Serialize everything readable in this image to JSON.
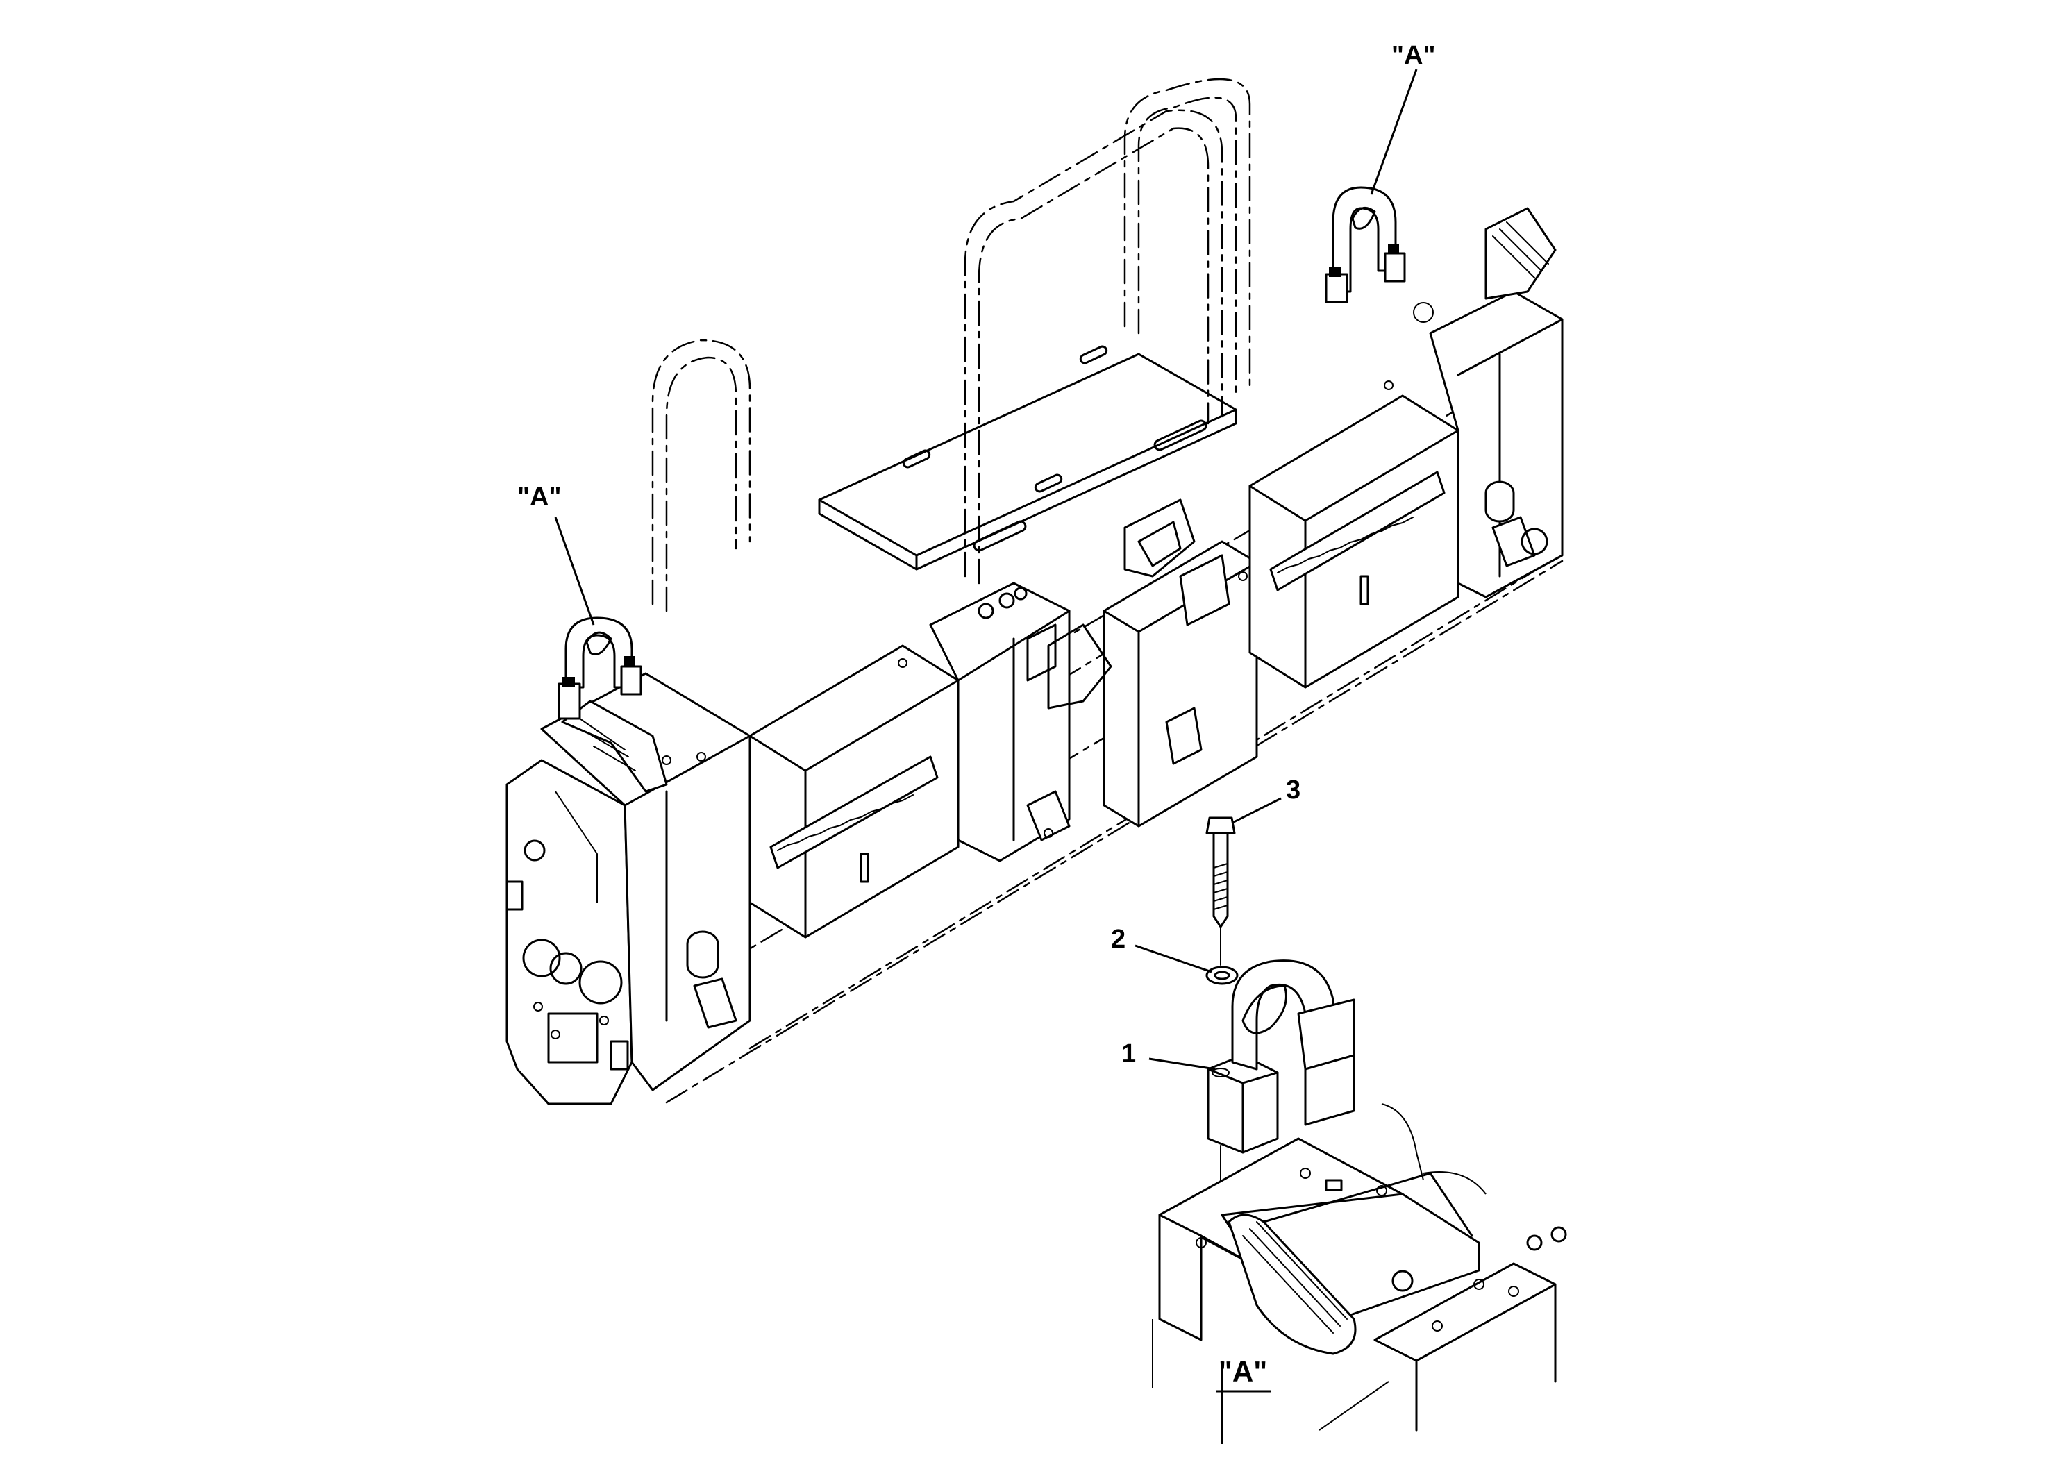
{
  "labels": {
    "view_ref_upper_right": "\"A\"",
    "view_ref_left": "\"A\"",
    "view_title": "\"A\""
  },
  "callouts": [
    {
      "id": "1"
    },
    {
      "id": "2"
    },
    {
      "id": "3"
    }
  ]
}
